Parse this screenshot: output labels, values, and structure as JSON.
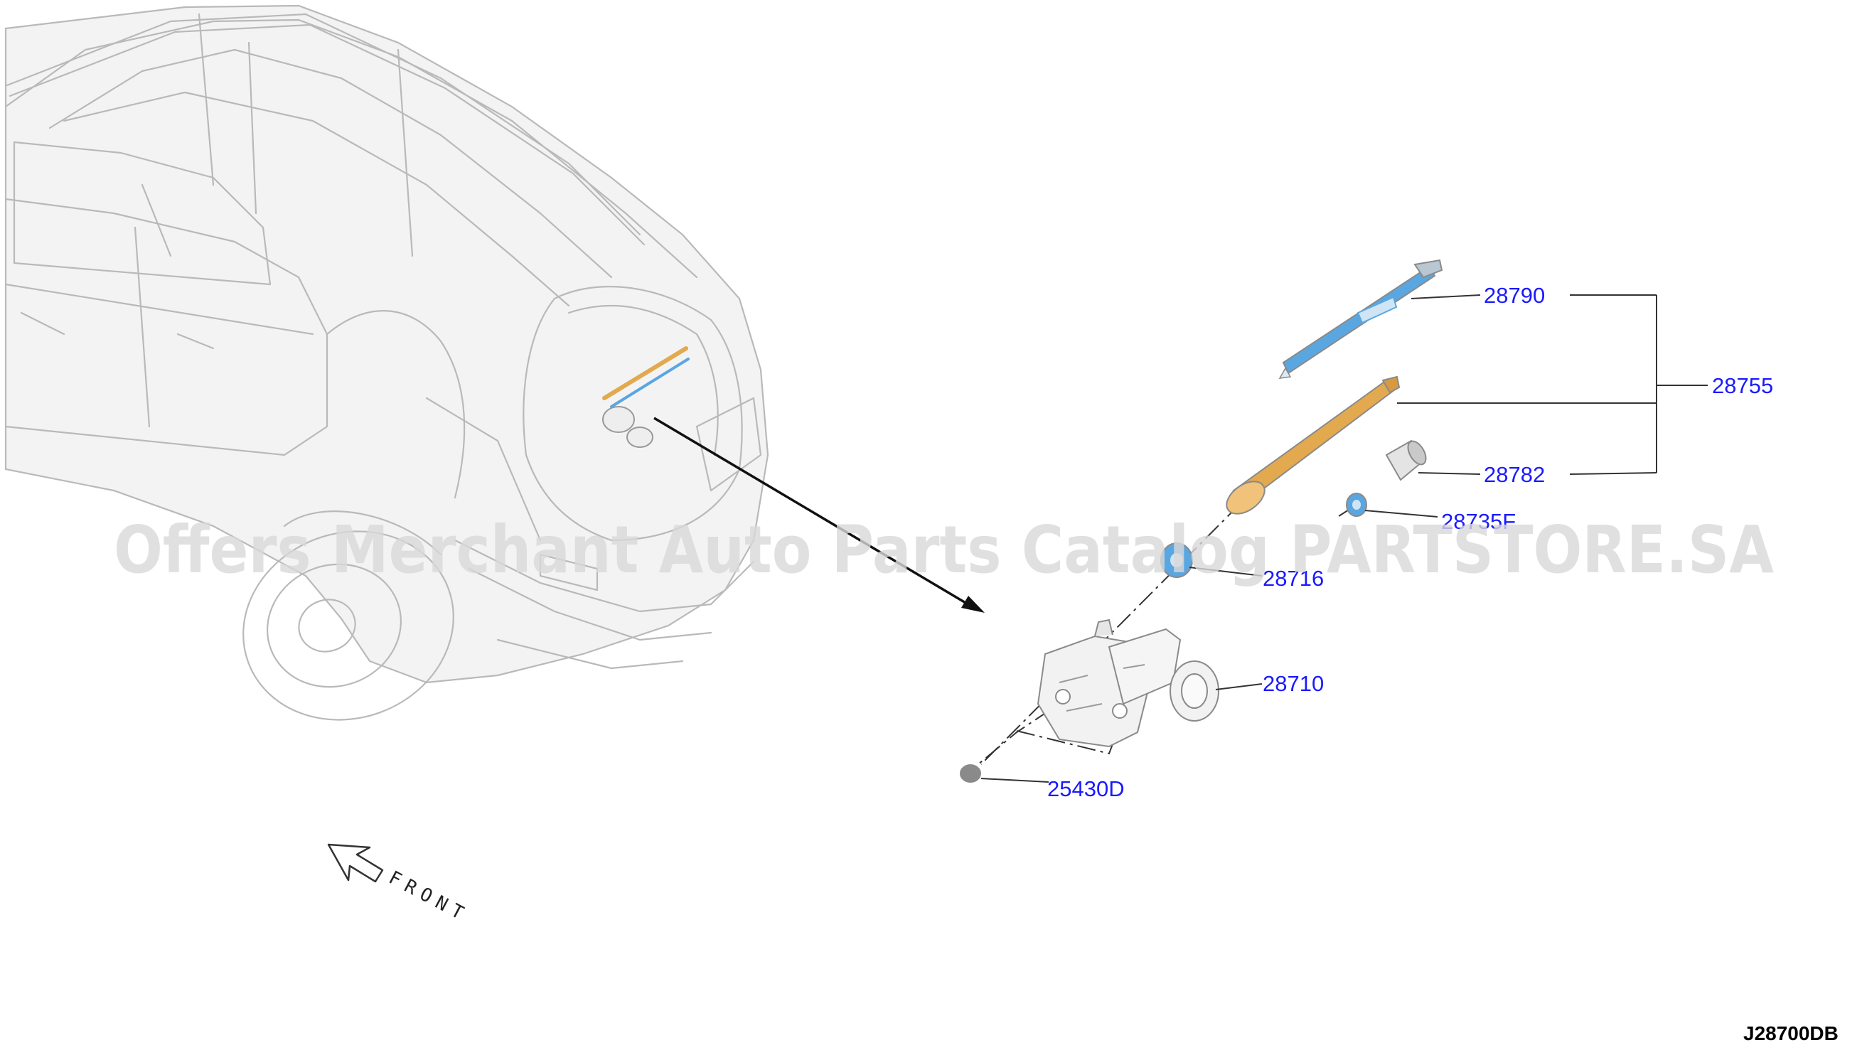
{
  "diagram": {
    "parts": {
      "p28790": "28790",
      "p28755": "28755",
      "p28782": "28782",
      "p28735F": "28735F",
      "p28716": "28716",
      "p28710": "28710",
      "p25430D": "25430D"
    },
    "front_label": "FRONT",
    "diagram_code": "J28700DB",
    "watermark": "Offers Merchant Auto Parts Catalog PARTSTORE.SA"
  },
  "colors": {
    "label_blue": "#1a1aff",
    "blade_blue": "#5aa6e0",
    "arm_orange": "#e3a94f",
    "car_outline": "#b9b9b9"
  }
}
